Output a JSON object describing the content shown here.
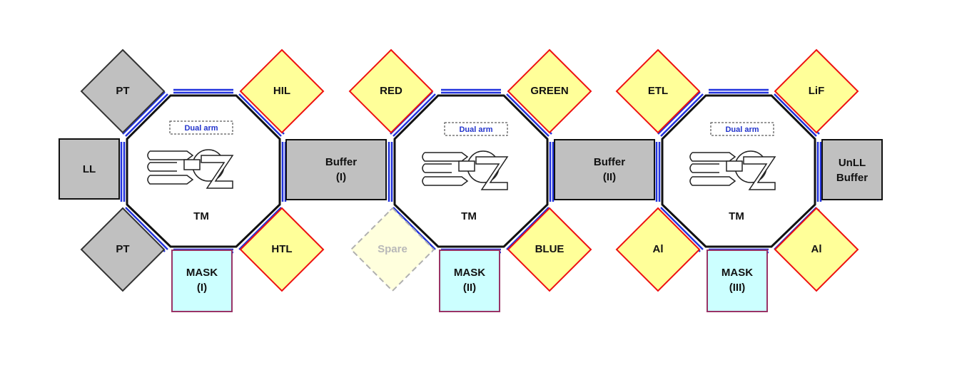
{
  "colors": {
    "gray_fill": "#c0c0c0",
    "yellow_fill": "#ffff99",
    "red_border": "#ee1111",
    "cyan_fill": "#ccffff",
    "mask_border": "#993366",
    "spare_fill": "#ffffdd",
    "spare_border": "#b0b0b0",
    "gate_blue": "#2233dd",
    "arm_text": "#2233cc"
  },
  "clusters": [
    {
      "tm_label": "TM",
      "arm_label": "Dual arm",
      "top_left": "PT",
      "top_right": "HIL",
      "bottom_left": "PT",
      "bottom_right": "HTL",
      "mask_line1": "MASK",
      "mask_line2": "(I)",
      "left_box": "LL"
    },
    {
      "tm_label": "TM",
      "arm_label": "Dual arm",
      "top_left": "RED",
      "top_right": "GREEN",
      "bottom_left": "Spare",
      "bottom_right": "BLUE",
      "mask_line1": "MASK",
      "mask_line2": "(II)",
      "left_box_line1": "Buffer",
      "left_box_line2": "(I)"
    },
    {
      "tm_label": "TM",
      "arm_label": "Dual arm",
      "top_left": "ETL",
      "top_right": "LiF",
      "bottom_left": "Al",
      "bottom_right": "Al",
      "mask_line1": "MASK",
      "mask_line2": "(III)",
      "left_box_line1": "Buffer",
      "left_box_line2": "(II)"
    }
  ],
  "right_box_line1": "UnLL",
  "right_box_line2": "Buffer"
}
